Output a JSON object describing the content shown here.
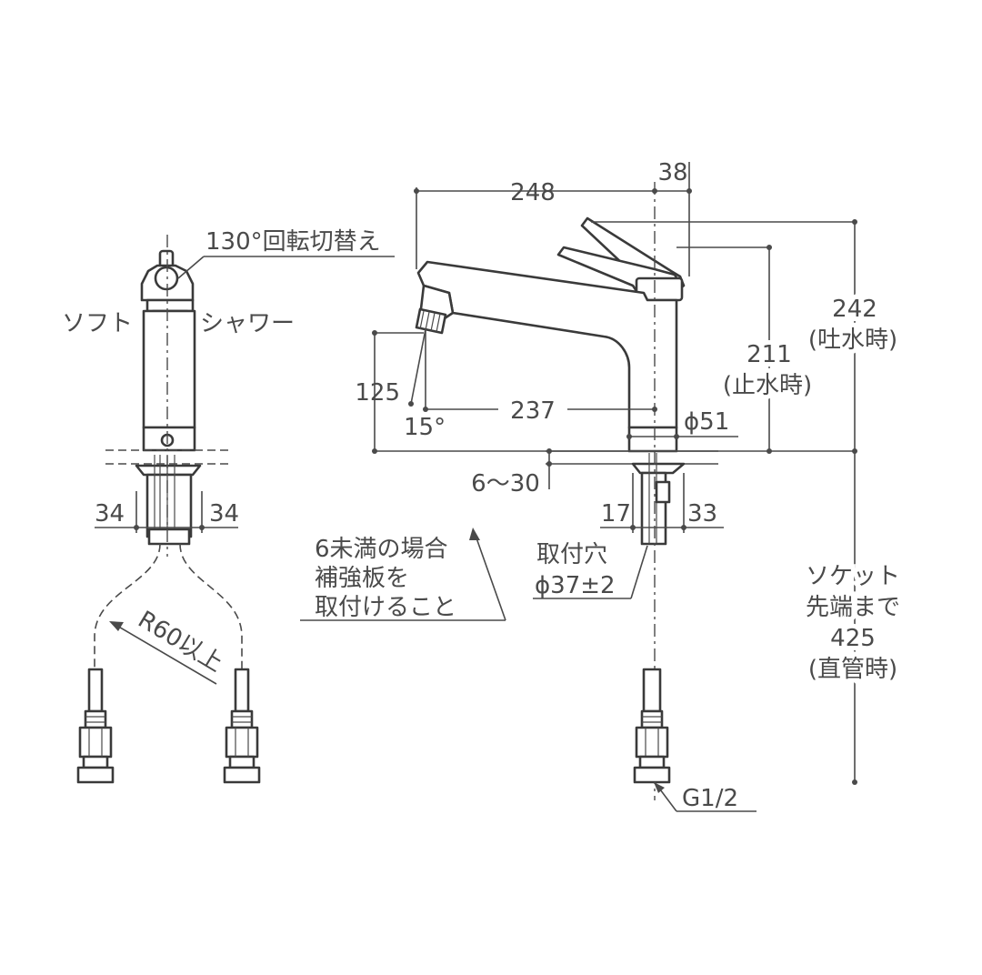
{
  "labels": {
    "rotation": "130°回転切替え",
    "soft": "ソフト",
    "shower": "シャワー",
    "dim_34_left": "34",
    "dim_34_right": "34",
    "r60": "R60以上",
    "dim_248": "248",
    "dim_38": "38",
    "dim_242": "242",
    "dim_242_note": "(吐水時)",
    "dim_211": "211",
    "dim_211_note": "(止水時)",
    "dim_125": "125",
    "dim_15deg": "15°",
    "dim_237": "237",
    "dim_phi51": "ϕ51",
    "dim_6_30": "6～30",
    "note_reinforce_1": "6未満の場合",
    "note_reinforce_2": "補強板を",
    "note_reinforce_3": "取付けること",
    "dim_17": "17",
    "dim_33": "33",
    "hole_1": "取付穴",
    "hole_2": "ϕ37±2",
    "socket_1": "ソケット",
    "socket_2": "先端まで",
    "socket_3": "425",
    "socket_4": "(直管時)",
    "thread": "G1/2"
  }
}
